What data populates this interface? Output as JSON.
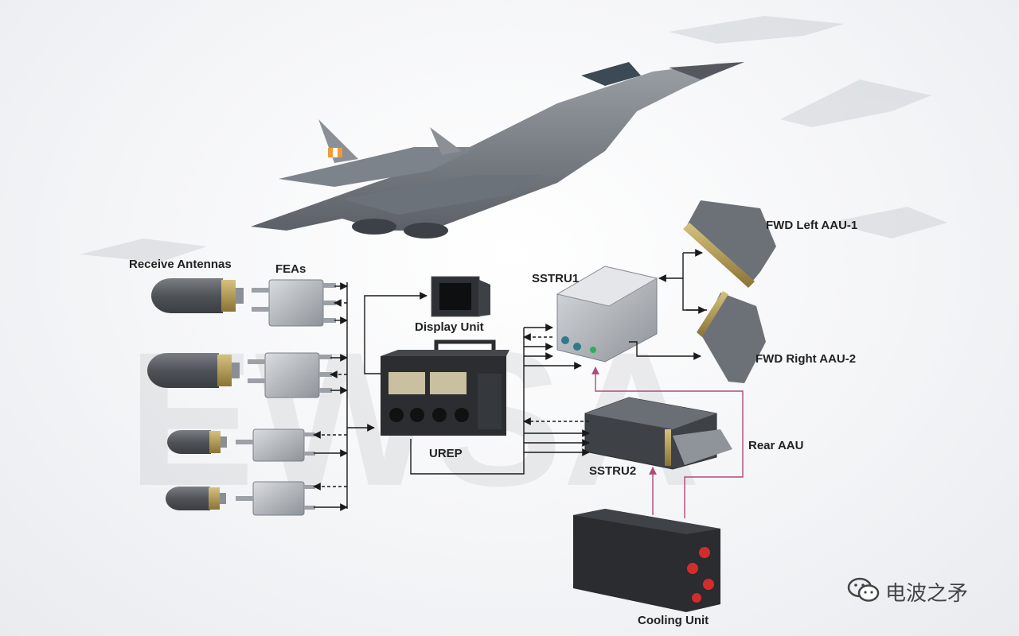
{
  "labels": {
    "receive_antennas": "Receive Antennas",
    "feas": "FEAs",
    "display_unit": "Display Unit",
    "urep": "UREP",
    "sstru1": "SSTRU1",
    "sstru2": "SSTRU2",
    "fwd_left": "FWD Left AAU-1",
    "fwd_right": "FWD Right AAU-2",
    "rear_aau": "Rear AAU",
    "cooling_unit": "Cooling Unit"
  },
  "watermark": {
    "text": "电波之矛",
    "icon": "wechat-icon"
  },
  "colors": {
    "line": "#1a1a1a",
    "cooling_line": "#b04a7a",
    "antenna_body": "#4f5257",
    "antenna_ring": "#b39a55",
    "box_dark": "#2b2d30",
    "box_grey": "#b8bcc2"
  }
}
